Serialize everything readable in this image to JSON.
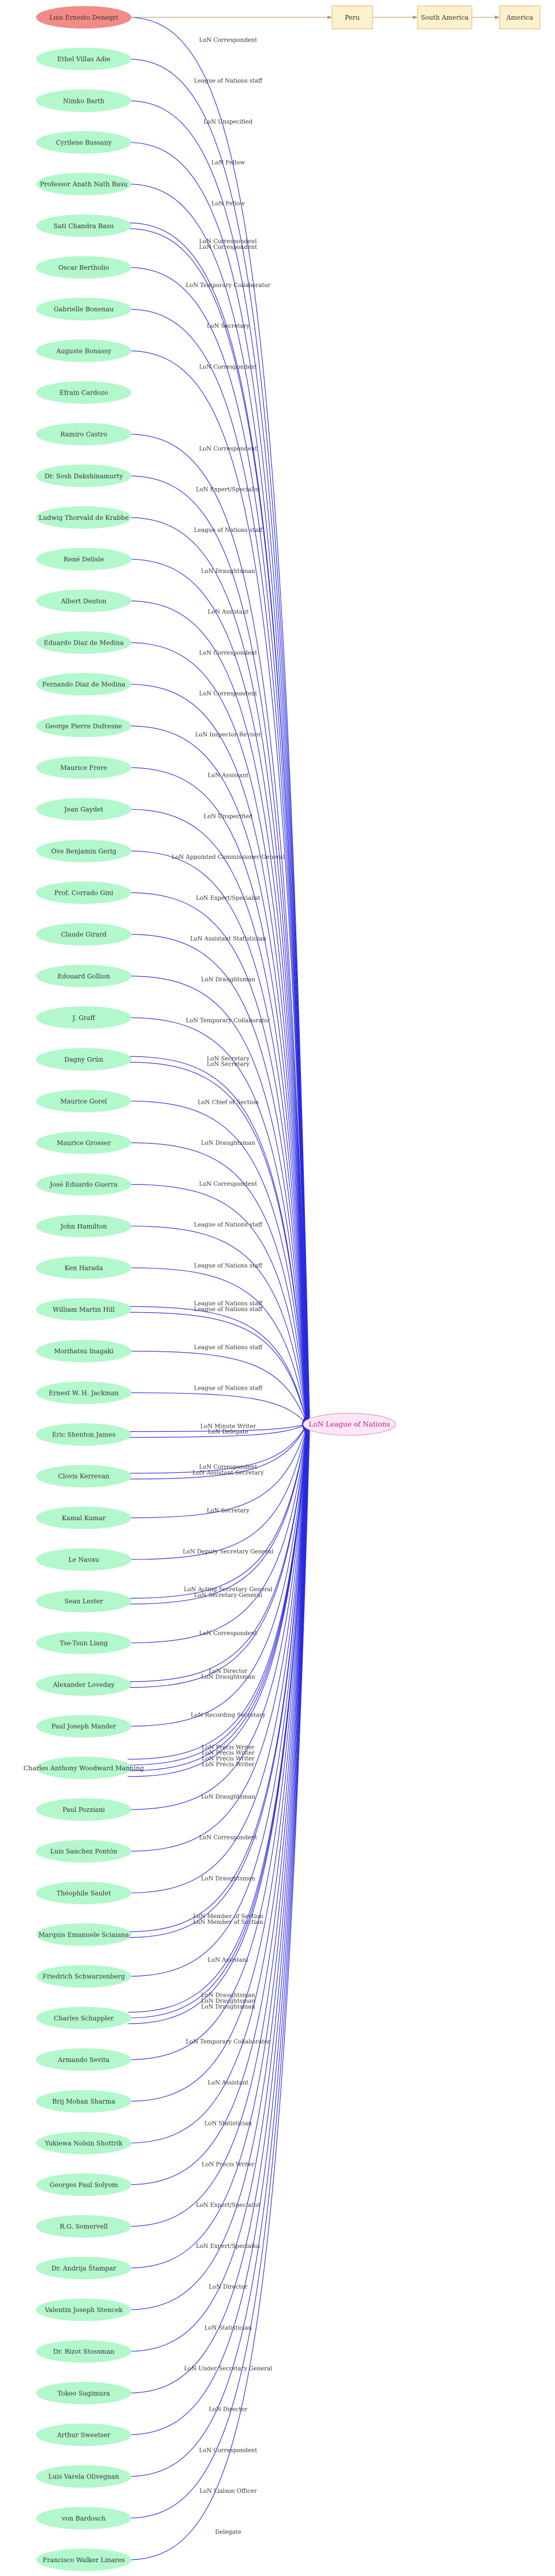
{
  "colors": {
    "person_fill": "#b3f7cc",
    "focus_fill": "#f28a86",
    "center_fill": "#fbe8f4",
    "center_stroke": "#e080c0",
    "center_text": "#c02090",
    "place_fill": "#fdf0cc",
    "place_stroke": "#d9b871",
    "edge": "#2a2adf",
    "place_edge": "#b49060"
  },
  "places": [
    {
      "id": "peru",
      "label": "Peru"
    },
    {
      "id": "south-america",
      "label": "South America"
    },
    {
      "id": "america",
      "label": "America"
    }
  ],
  "place_links": [
    {
      "from": "focus",
      "to": "peru"
    },
    {
      "from": "peru",
      "to": "south-america"
    },
    {
      "from": "south-america",
      "to": "america"
    }
  ],
  "center": {
    "label": "LoN League of Nations"
  },
  "persons": [
    {
      "name": "Luis Ernesto Denegri",
      "focus": true,
      "roles": [
        "LoN Correspondent"
      ]
    },
    {
      "name": "Ethel Villas Adie",
      "roles": [
        "League of Nations staff"
      ]
    },
    {
      "name": "Nimko Barth",
      "roles": [
        "LoN Unspecified"
      ]
    },
    {
      "name": "Cyrilene Bussany",
      "roles": [
        "LoN Fellow"
      ]
    },
    {
      "name": "Professor Anath Nath Basu",
      "roles": [
        "LoN Fellow"
      ]
    },
    {
      "name": "Sati Chandra Basu",
      "roles": [
        "LoN Correspondent",
        "LoN Correspondent"
      ]
    },
    {
      "name": "Oscar Bertholio",
      "roles": [
        "LoN Temporary Collaborator"
      ]
    },
    {
      "name": "Gabrielle Bonenau",
      "roles": [
        "LoN Secretary"
      ]
    },
    {
      "name": "Auguste Bonassy",
      "roles": [
        "LoN Correspondent"
      ]
    },
    {
      "name": "Efrain Cardozo",
      "roles": []
    },
    {
      "name": "Ramiro Castro",
      "roles": [
        "LoN Correspondent"
      ]
    },
    {
      "name": "Dr. Sosh Dakshinamurty",
      "roles": [
        "LoN Expert/Specialist"
      ]
    },
    {
      "name": "Ludwig Thorvald de Krabbe",
      "roles": [
        "League of Nations staff"
      ]
    },
    {
      "name": "René Delisle",
      "roles": [
        "LoN Draughtsman"
      ]
    },
    {
      "name": "Albert Denton",
      "roles": [
        "LoN Assistant"
      ]
    },
    {
      "name": "Eduardo Diaz de Medina",
      "roles": [
        "LoN Correspondent"
      ]
    },
    {
      "name": "Fernando Diaz de Medina",
      "roles": [
        "LoN Correspondent"
      ]
    },
    {
      "name": "George Pierre Dufresne",
      "roles": [
        "LoN Inspector-Reviser"
      ]
    },
    {
      "name": "Maurice Frere",
      "roles": [
        "LoN Assistant"
      ]
    },
    {
      "name": "Jean Gaydet",
      "roles": [
        "LoN Unspecified"
      ]
    },
    {
      "name": "Ove Benjamin Gerig",
      "roles": [
        "LoN Appointed Commissioner-General"
      ]
    },
    {
      "name": "Prof. Corrado Gini",
      "roles": [
        "LoN Expert/Specialist"
      ]
    },
    {
      "name": "Claude Girard",
      "roles": [
        "LoN Assistant Statistician"
      ]
    },
    {
      "name": "Edouard Gollion",
      "roles": [
        "LoN Draughtsman"
      ]
    },
    {
      "name": "J. Graff",
      "roles": [
        "LoN Temporary Collaborator"
      ]
    },
    {
      "name": "Dagny Grün",
      "roles": [
        "LoN Secretary",
        "LoN Secretary"
      ]
    },
    {
      "name": "Maurice Gorel",
      "roles": [
        "LoN Chief of Section"
      ]
    },
    {
      "name": "Maurice Grosser",
      "roles": [
        "LoN Draughtsman"
      ]
    },
    {
      "name": "José Eduardo Guerra",
      "roles": [
        "LoN Correspondent"
      ]
    },
    {
      "name": "John Hamilton",
      "roles": [
        "League of Nations staff"
      ]
    },
    {
      "name": "Ken Harada",
      "roles": [
        "League of Nations staff"
      ]
    },
    {
      "name": "William Martin Hill",
      "roles": [
        "League of Nations staff",
        "League of Nations staff"
      ]
    },
    {
      "name": "Morihatsu Inagaki",
      "roles": [
        "League of Nations staff"
      ]
    },
    {
      "name": "Ernest W. H. Jackman",
      "roles": [
        "League of Nations staff"
      ]
    },
    {
      "name": "Eric Shenton James",
      "roles": [
        "LoN Minute Writer",
        "LoN Delegate"
      ]
    },
    {
      "name": "Clovis Kerrevan",
      "roles": [
        "LoN Correspondent",
        "LoN Assistant Secretary"
      ]
    },
    {
      "name": "Kamal Kumar",
      "roles": [
        "LoN Secretary"
      ]
    },
    {
      "name": "Le Navau",
      "roles": [
        "LoN Deputy Secretary General"
      ]
    },
    {
      "name": "Sean Lester",
      "roles": [
        "LoN Acting Secretary General",
        "LoN Secretary-General"
      ]
    },
    {
      "name": "Tse-Tsun Liang",
      "roles": [
        "LoN Correspondent"
      ]
    },
    {
      "name": "Alexander Loveday",
      "roles": [
        "LoN Director",
        "LoN Draughtsman"
      ]
    },
    {
      "name": "Paul Joseph Mander",
      "roles": [
        "LoN Recording Secretary"
      ]
    },
    {
      "name": "Charles Anthony Woodward Manning",
      "roles": [
        "LoN Précis Writer",
        "LoN Précis Writer",
        "LoN Précis Writer",
        "LoN Précis Writer"
      ]
    },
    {
      "name": "Paul Pozziani",
      "roles": [
        "LoN Draughtsman"
      ]
    },
    {
      "name": "Luis Sanchez Pontón",
      "roles": [
        "LoN Correspondent"
      ]
    },
    {
      "name": "Théophile Saulet",
      "roles": [
        "LoN Draughtsman"
      ]
    },
    {
      "name": "Marquis Emanuele Sciaiana",
      "roles": [
        "LoN Member of Section",
        "LoN Member of Section"
      ]
    },
    {
      "name": "Friedrich Schwarzenberg",
      "roles": [
        "LoN Assistant"
      ]
    },
    {
      "name": "Charles Schuppler",
      "roles": [
        "LoN Draughtsman",
        "LoN Draughtsman",
        "LoN Draughtsman"
      ]
    },
    {
      "name": "Armando Sevita",
      "roles": [
        "LoN Temporary Collaborator"
      ]
    },
    {
      "name": "Brij Mohan Sharma",
      "roles": [
        "LoN Assistant"
      ]
    },
    {
      "name": "Yukiewa Nolsin Shottrik",
      "roles": [
        "LoN Statistician"
      ]
    },
    {
      "name": "Georges Paul Solyom",
      "roles": [
        "LoN Précis Writer"
      ]
    },
    {
      "name": "R.G. Somervell",
      "roles": [
        "LoN Expert/Specialist"
      ]
    },
    {
      "name": "Dr. Andrija Štampar",
      "roles": [
        "LoN Expert/Specialist"
      ]
    },
    {
      "name": "Valentin Joseph Stencek",
      "roles": [
        "LoN Director"
      ]
    },
    {
      "name": "Dr. Rizot Stossman",
      "roles": [
        "LoN Statistician"
      ]
    },
    {
      "name": "Tokeo Sugimura",
      "roles": [
        "LoN Under Secretary General"
      ]
    },
    {
      "name": "Arthur Sweetser",
      "roles": [
        "LoN Director"
      ]
    },
    {
      "name": "Luis Varela Olivegnan",
      "roles": [
        "LoN Correspondent"
      ]
    },
    {
      "name": "von Bardosch",
      "roles": [
        "LoN Liaison Officer"
      ]
    },
    {
      "name": "Francisco Walker Linares",
      "roles": [
        "Delegate"
      ]
    }
  ]
}
